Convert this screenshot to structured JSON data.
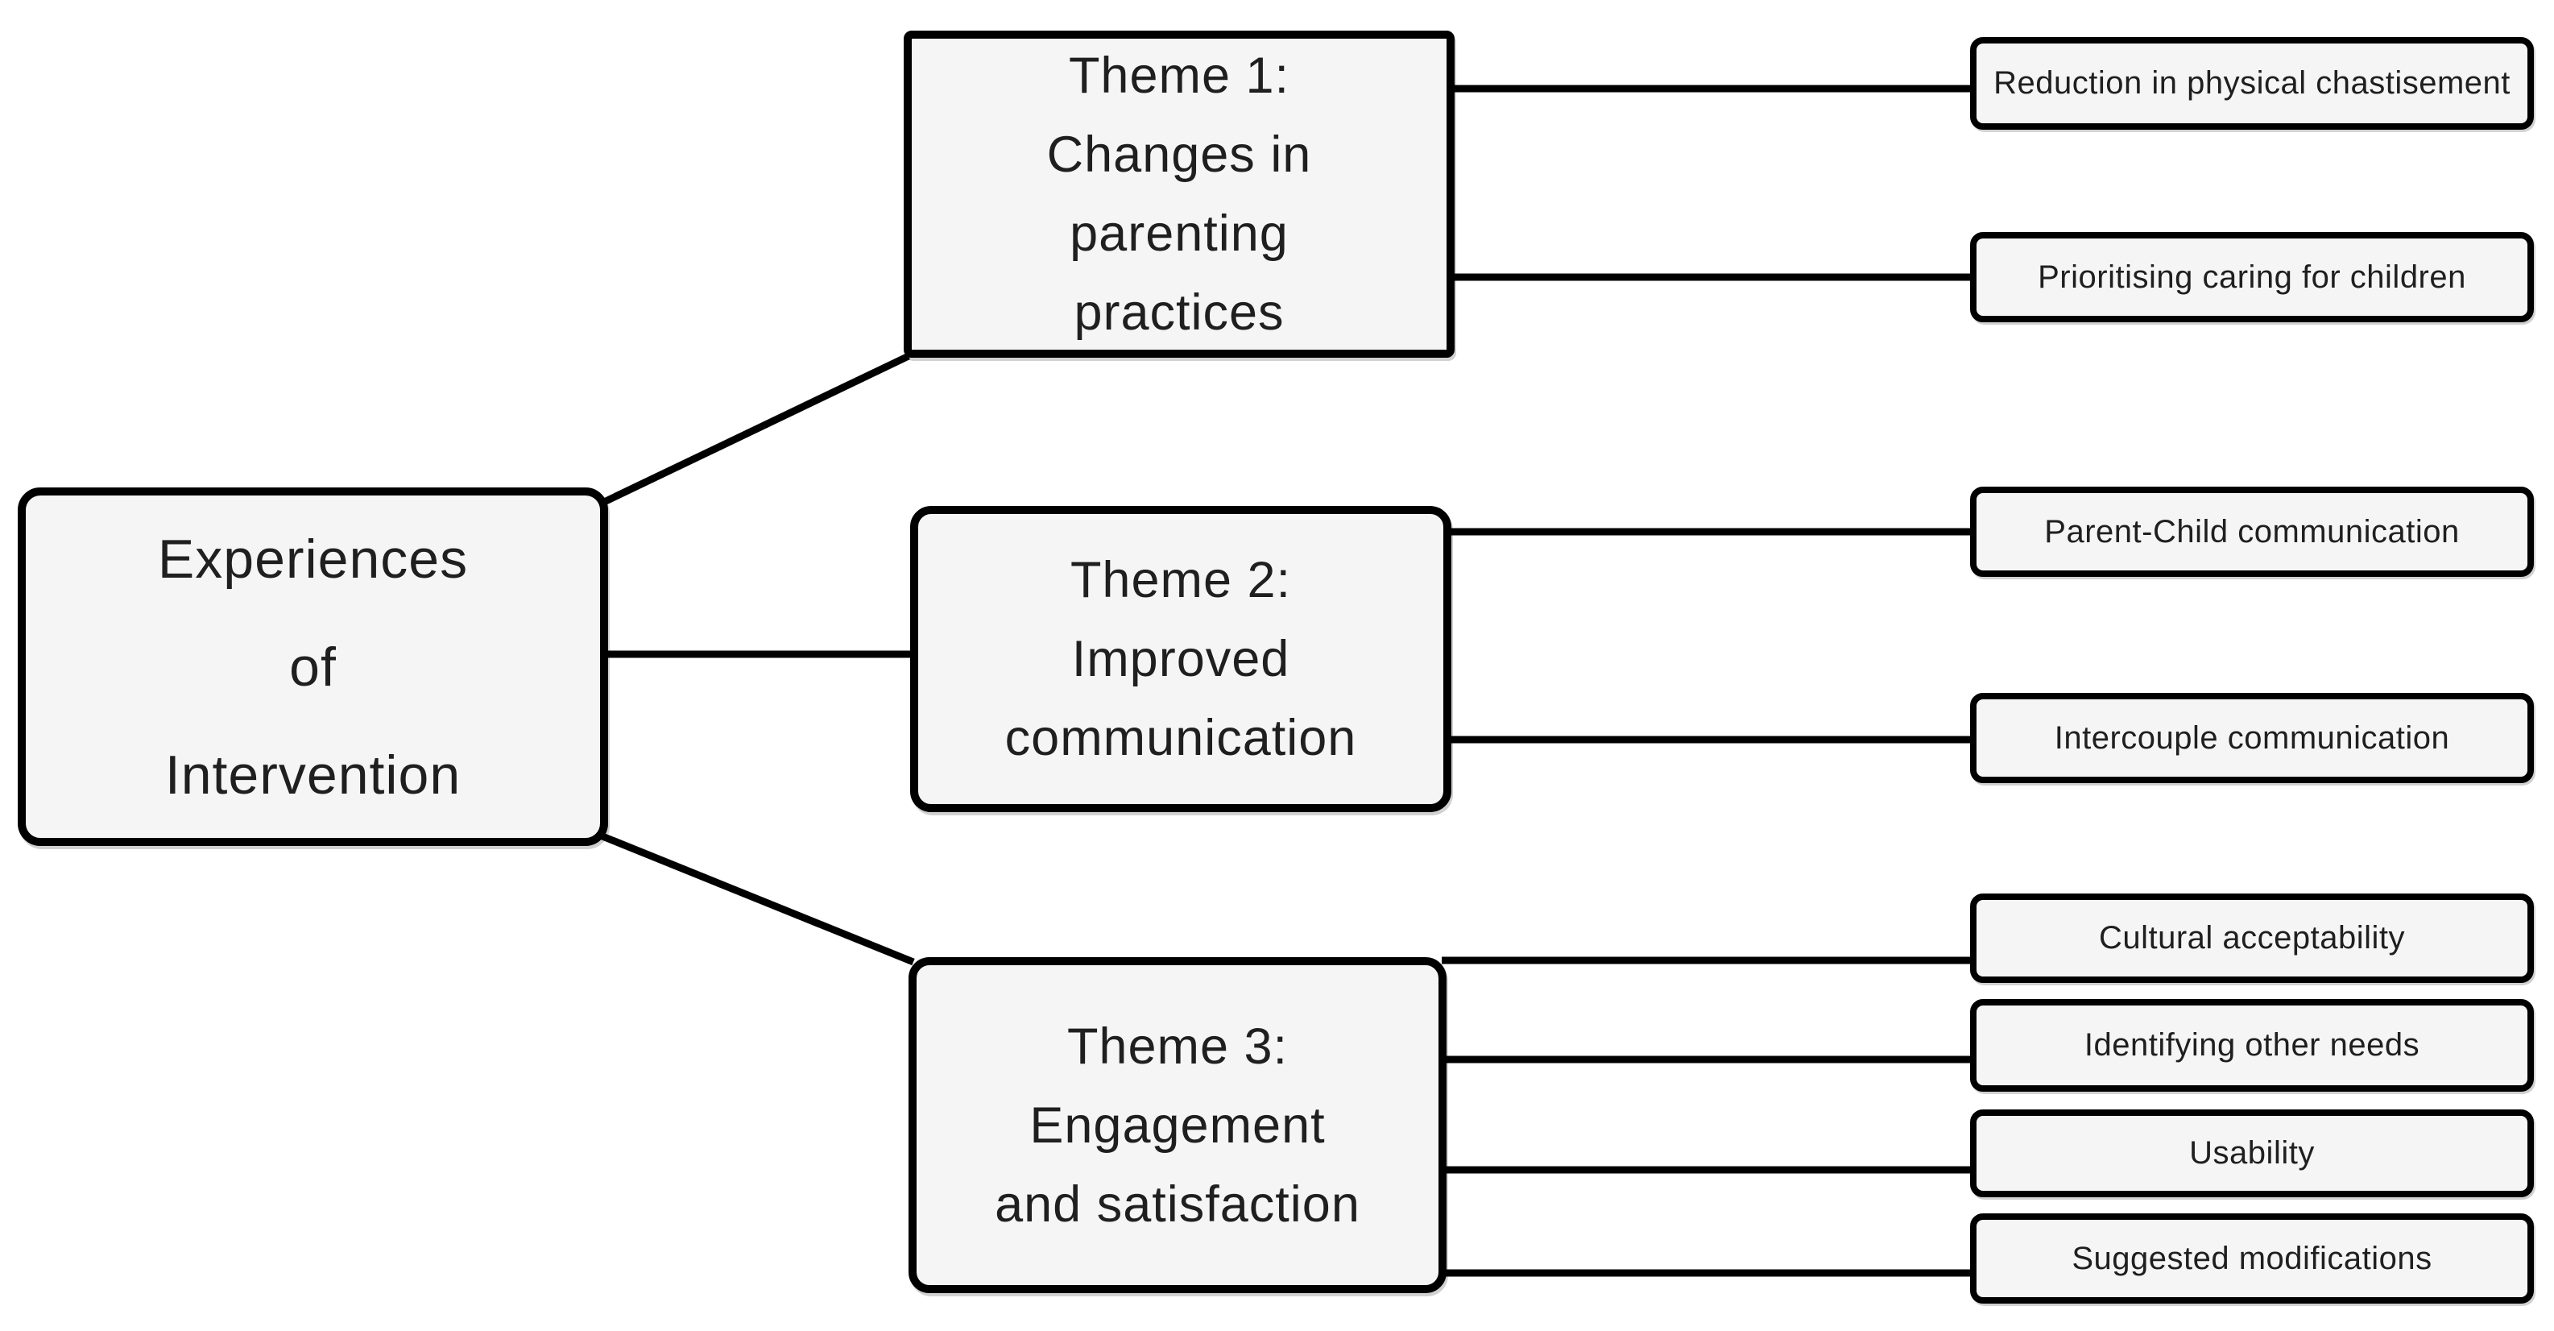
{
  "diagram": {
    "title": "Experiences of Intervention",
    "root": {
      "label": "Experiences of Intervention",
      "lines": [
        "Experiences",
        "of",
        "Intervention"
      ]
    },
    "themes": [
      {
        "id": "theme-1",
        "label": "Theme 1: Changes in parenting practices",
        "lines": [
          "Theme 1:",
          "Changes in",
          "parenting",
          "practices"
        ],
        "subthemes": [
          "Reduction in physical chastisement",
          "Prioritising caring for children"
        ]
      },
      {
        "id": "theme-2",
        "label": "Theme 2: Improved communication",
        "lines": [
          "Theme 2:",
          "Improved",
          "communication"
        ],
        "subthemes": [
          "Parent-Child communication",
          "Intercouple communication"
        ]
      },
      {
        "id": "theme-3",
        "label": "Theme 3: Engagement and satisfaction",
        "lines": [
          "Theme 3:",
          "Engagement",
          "and satisfaction"
        ],
        "subthemes": [
          "Cultural acceptability",
          "Identifying other needs",
          "Usability",
          "Suggested modifications"
        ]
      }
    ],
    "colors": {
      "background": "#ffffff",
      "box_fill": "#f5f5f5",
      "box_border": "#000000",
      "text": "#1f1f1f"
    }
  }
}
